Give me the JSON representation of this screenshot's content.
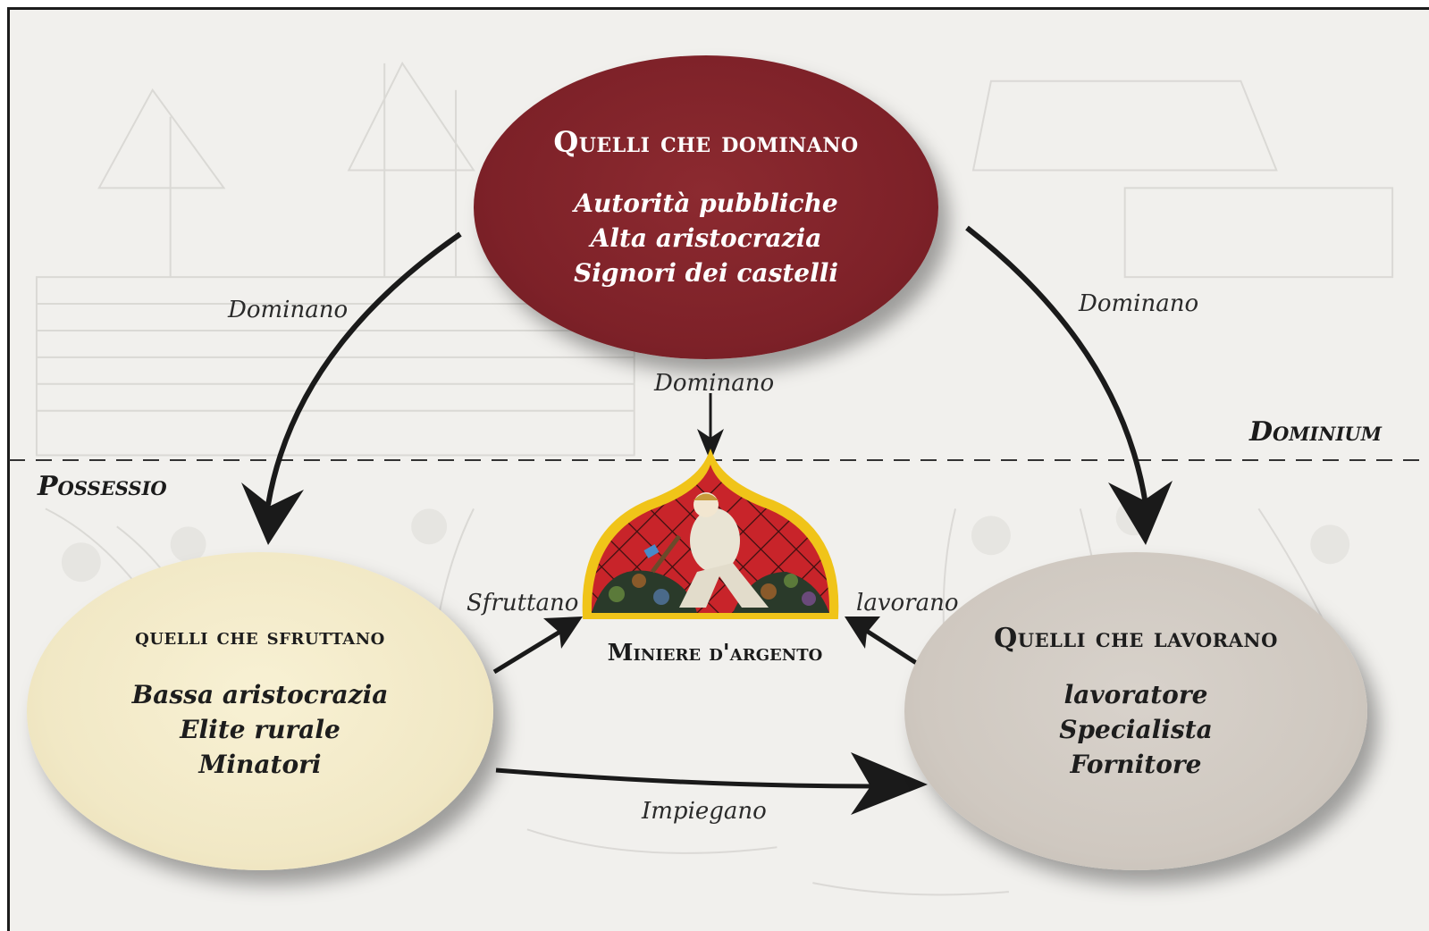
{
  "nodes": {
    "dominano": {
      "title": "Quelli che dominano",
      "items": [
        "Autorità pubbliche",
        "Alta aristocrazia",
        "Signori dei castelli"
      ]
    },
    "sfruttano": {
      "title": "quelli che sfruttano",
      "items": [
        "Bassa aristocrazia",
        "Elite rurale",
        "Minatori"
      ]
    },
    "lavorano": {
      "title": "Quelli che lavorano",
      "items": [
        "lavoratore",
        "Specialista",
        "Fornitore"
      ]
    },
    "mine": {
      "label": "Miniere d'argento"
    }
  },
  "edges": {
    "dominano_left": "Dominano",
    "dominano_right": "Dominano",
    "dominano_center": "Dominano",
    "sfruttano": "Sfruttano",
    "lavorano": "lavorano",
    "impiegano": "Impiegano"
  },
  "zones": {
    "upper": "Dominium",
    "lower": "Possessio"
  },
  "colors": {
    "dominano_fill": "#7d2128",
    "sfruttano_fill": "#f1e8c5",
    "lavorano_fill": "#cfc8c0",
    "arrow": "#1a1a1a",
    "glass_red": "#c8242a",
    "glass_frame": "#f0c419"
  }
}
